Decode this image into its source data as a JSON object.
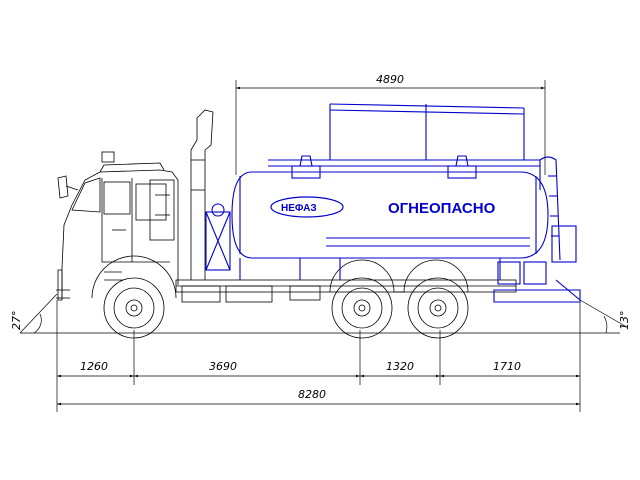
{
  "drawing": {
    "dimensions": {
      "tank_length": "4890",
      "front_overhang": "1260",
      "wheelbase_front": "3690",
      "axle_spacing": "1320",
      "rear_overhang": "1710",
      "overall_length": "8280",
      "approach_angle": "27°",
      "departure_angle": "13°"
    },
    "tank_lettering": {
      "warning": "ОГНЕОПАСНО",
      "brand": "НЕФАЗ"
    },
    "colors": {
      "truck_line": "#000000",
      "tank_line": "#0000cc",
      "dimension_line": "#000000"
    }
  }
}
